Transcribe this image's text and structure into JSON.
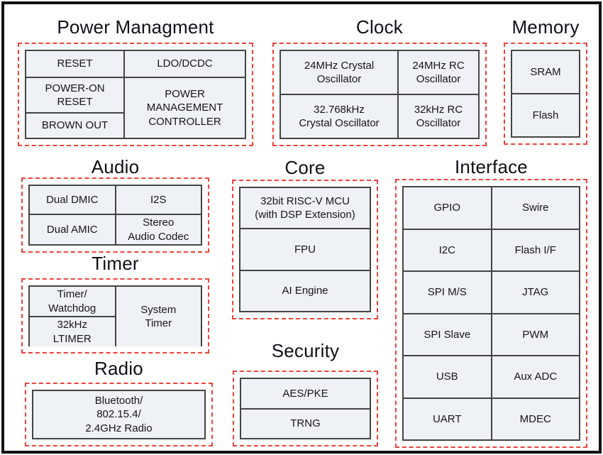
{
  "colors": {
    "group_outline_red": "#f04238",
    "cell_fill": "#eef1f5",
    "cell_border": "#444444",
    "text": "#15151e",
    "frame_border": "#121212"
  },
  "sections": {
    "power": {
      "title": "Power Managment",
      "cells": [
        {
          "label": "RESET"
        },
        {
          "label": "LDO/DCDC"
        },
        {
          "label": "POWER-ON\nRESET"
        },
        {
          "label": "POWER\nMANAGEMENT\nCONTROLLER"
        },
        {
          "label": "BROWN OUT"
        }
      ]
    },
    "clock": {
      "title": "Clock",
      "cells": [
        {
          "label": "24MHz Crystal\nOscillator"
        },
        {
          "label": "24MHz RC\nOscillator"
        },
        {
          "label": "32.768kHz\nCrystal Oscillator"
        },
        {
          "label": "32kHz RC\nOscillator"
        }
      ]
    },
    "memory": {
      "title": "Memory",
      "cells": [
        {
          "label": "SRAM"
        },
        {
          "label": "Flash"
        }
      ]
    },
    "audio": {
      "title": "Audio",
      "cells": [
        {
          "label": "Dual DMIC"
        },
        {
          "label": "I2S"
        },
        {
          "label": "Dual AMIC"
        },
        {
          "label": "Stereo\nAudio Codec"
        }
      ]
    },
    "core": {
      "title": "Core",
      "cells": [
        {
          "label": "32bit RISC-V MCU\n(with DSP Extension)"
        },
        {
          "label": "FPU"
        },
        {
          "label": "AI Engine"
        }
      ]
    },
    "interface": {
      "title": "Interface",
      "cells": [
        {
          "label": "GPIO"
        },
        {
          "label": "Swire"
        },
        {
          "label": "I2C"
        },
        {
          "label": "Flash I/F"
        },
        {
          "label": "SPI M/S"
        },
        {
          "label": "JTAG"
        },
        {
          "label": "SPI Slave"
        },
        {
          "label": "PWM"
        },
        {
          "label": "USB"
        },
        {
          "label": "Aux ADC"
        },
        {
          "label": "UART"
        },
        {
          "label": "MDEC"
        }
      ]
    },
    "timer": {
      "title": "Timer",
      "cells": [
        {
          "label": "Timer/\nWatchdog"
        },
        {
          "label": "System\nTimer"
        },
        {
          "label": "32kHz\nLTIMER"
        }
      ]
    },
    "security": {
      "title": "Security",
      "cells": [
        {
          "label": "AES/PKE"
        },
        {
          "label": "TRNG"
        }
      ]
    },
    "radio": {
      "title": "Radio",
      "cells": [
        {
          "label": "Bluetooth/\n802.15.4/\n2.4GHz Radio"
        }
      ]
    }
  }
}
